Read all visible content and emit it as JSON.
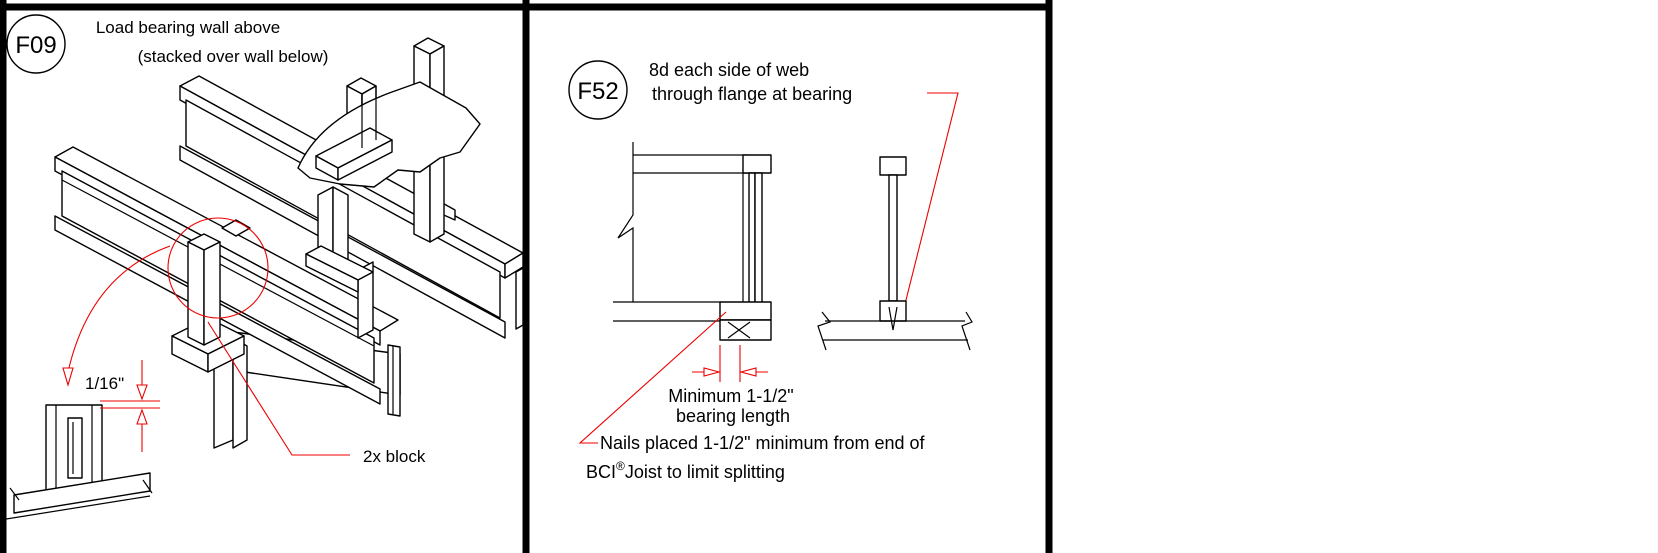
{
  "panel_left": {
    "badge": "F09",
    "note_line1": "Load bearing wall above",
    "note_line2": "(stacked over wall below)",
    "dim_label": "1/16\"",
    "block_label": "2x block"
  },
  "panel_right": {
    "badge": "F52",
    "note_line1": "8d each side of web",
    "note_line2": "through flange at bearing",
    "bearing_line1": "Minimum 1-1/2\"",
    "bearing_line2": "bearing length",
    "nails_line1": "Nails placed 1-1/2\" minimum from end of",
    "nails_line2_a": "BCI",
    "nails_line2_sup": "®",
    "nails_line2_b": "Joist to limit splitting"
  }
}
